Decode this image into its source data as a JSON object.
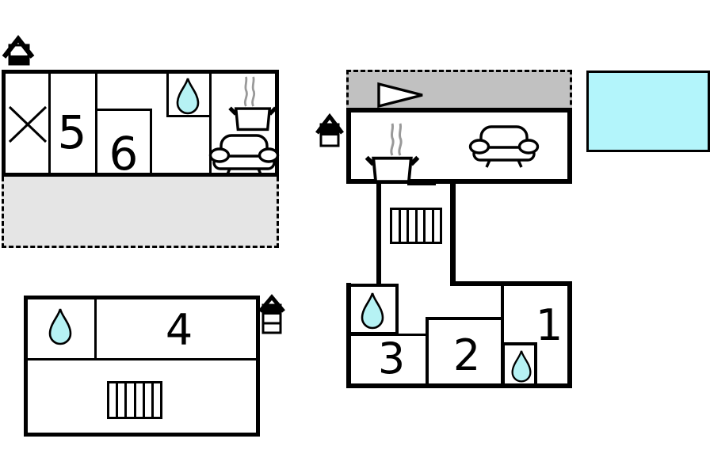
{
  "plan": {
    "rooms": {
      "room1": "1",
      "room2": "2",
      "room3": "3",
      "room4": "4",
      "room5": "5",
      "room6": "6"
    },
    "colors": {
      "wall": "#000000",
      "water_drop": "#b6f2f4",
      "pool": "#b3f5fb",
      "terrace_upper_left": "#e5e5e5",
      "terrace_right": "#c1c1c1",
      "steam": "#999999",
      "background": "#ffffff"
    },
    "icons": [
      "house-level-icon",
      "water-drop-icon",
      "cooking-pot-icon",
      "steam-icon",
      "sofa-icon",
      "stairs-icon",
      "entrance-arrow-icon",
      "crossed-lines-icon"
    ]
  }
}
